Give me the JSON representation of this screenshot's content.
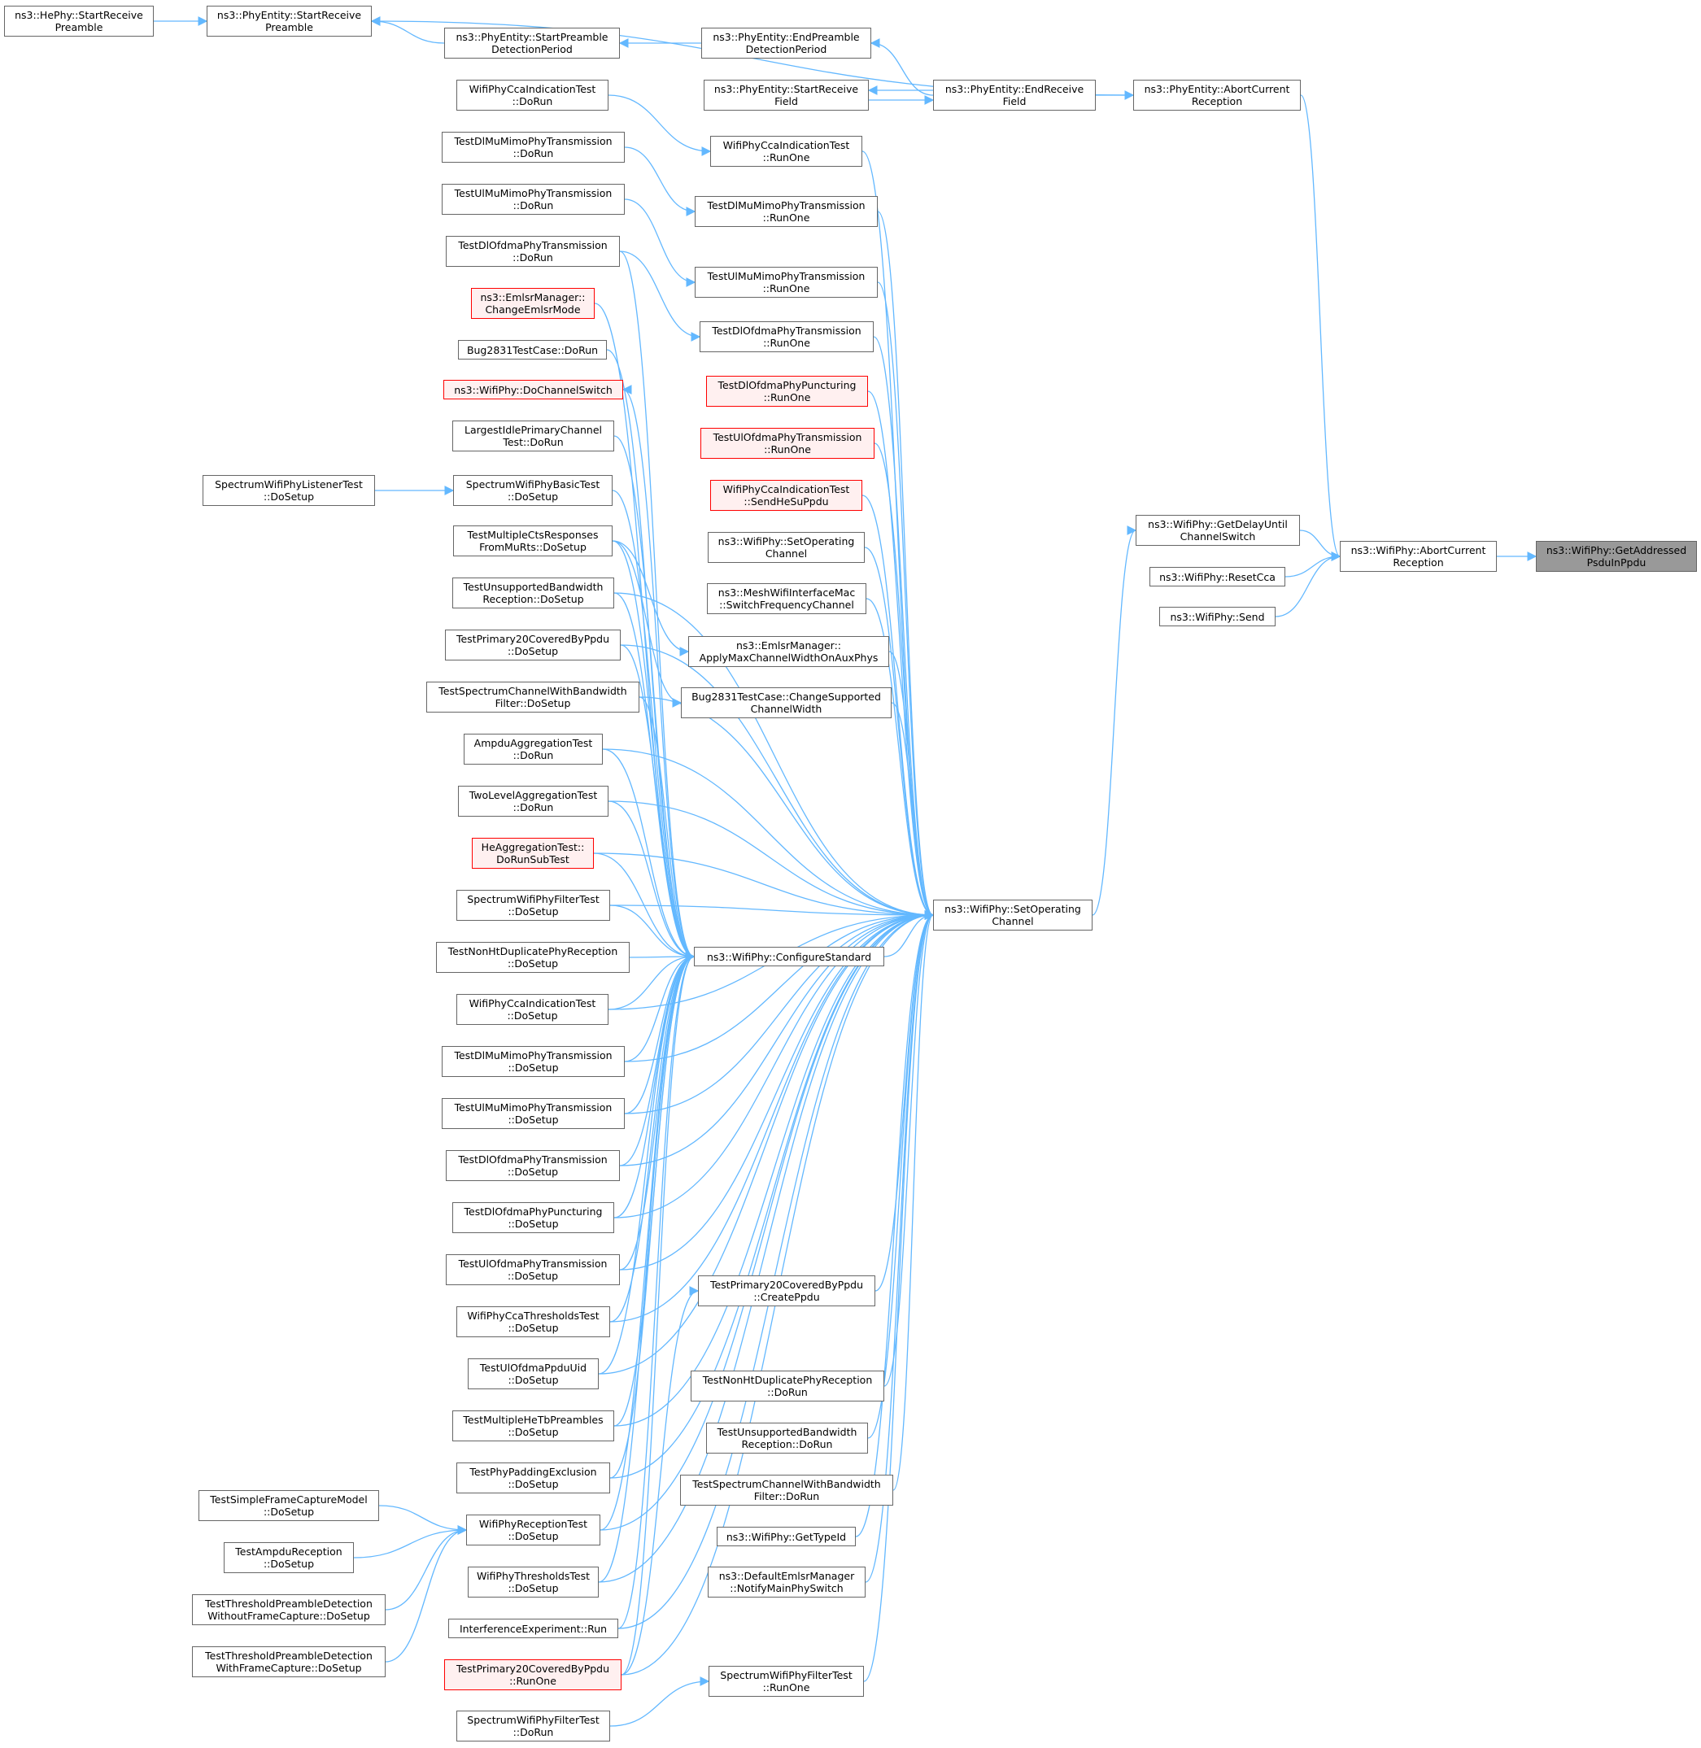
{
  "colors": {
    "edge": "#63b8ff",
    "border": "#666666",
    "red_border": "#ff0000",
    "red_fill": "#fff0f0",
    "focus_fill": "#999999"
  },
  "nodes": {
    "hephy_startreceivepreamble": {
      "l1": "ns3::HePhy::StartReceive",
      "l2": "Preamble"
    },
    "phyentity_startreceivepreamble": {
      "l1": "ns3::PhyEntity::StartReceive",
      "l2": "Preamble"
    },
    "phyentity_startpreambledetectionperiod": {
      "l1": "ns3::PhyEntity::StartPreamble",
      "l2": "DetectionPeriod"
    },
    "phyentity_endpreambledetectionperiod": {
      "l1": "ns3::PhyEntity::EndPreamble",
      "l2": "DetectionPeriod"
    },
    "phyentity_startreceivefield": {
      "l1": "ns3::PhyEntity::StartReceive",
      "l2": "Field"
    },
    "phyentity_endreceivefield": {
      "l1": "ns3::PhyEntity::EndReceive",
      "l2": "Field"
    },
    "phyentity_abortcurrentreception": {
      "l1": "ns3::PhyEntity::AbortCurrent",
      "l2": "Reception"
    },
    "cca_test_dorun": {
      "l1": "WifiPhyCcaIndicationTest",
      "l2": "::DoRun"
    },
    "cca_test_runone": {
      "l1": "WifiPhyCcaIndicationTest",
      "l2": "::RunOne"
    },
    "dlmumimo_dorun": {
      "l1": "TestDlMuMimoPhyTransmission",
      "l2": "::DoRun"
    },
    "dlmumimo_runone": {
      "l1": "TestDlMuMimoPhyTransmission",
      "l2": "::RunOne"
    },
    "ulmumimo_dorun": {
      "l1": "TestUlMuMimoPhyTransmission",
      "l2": "::DoRun"
    },
    "ulmumimo_runone": {
      "l1": "TestUlMuMimoPhyTransmission",
      "l2": "::RunOne"
    },
    "dlofdma_dorun": {
      "l1": "TestDlOfdmaPhyTransmission",
      "l2": "::DoRun"
    },
    "dlofdma_runone": {
      "l1": "TestDlOfdmaPhyTransmission",
      "l2": "::RunOne"
    },
    "emlsr_changeemlsrmode": {
      "l1": "ns3::EmlsrManager::",
      "l2": "ChangeEmlsrMode"
    },
    "dlpunct_runone": {
      "l1": "TestDlOfdmaPhyPuncturing",
      "l2": "::RunOne"
    },
    "bug2831_dorun": {
      "l1": "Bug2831TestCase::DoRun",
      "l2": ""
    },
    "wifiphy_dochannelswitch": {
      "l1": "ns3::WifiPhy::DoChannelSwitch",
      "l2": ""
    },
    "ulofdma_runone": {
      "l1": "TestUlOfdmaPhyTransmission",
      "l2": "::RunOne"
    },
    "largestidle_dorun": {
      "l1": "LargestIdlePrimaryChannel",
      "l2": "Test::DoRun"
    },
    "spectrumlistener_dosetup": {
      "l1": "SpectrumWifiPhyListenerTest",
      "l2": "::DoSetup"
    },
    "spectrumbasic_dosetup": {
      "l1": "SpectrumWifiPhyBasicTest",
      "l2": "::DoSetup"
    },
    "cca_sendhesuppdu": {
      "l1": "WifiPhyCcaIndicationTest",
      "l2": "::SendHeSuPpdu"
    },
    "wifiphy_setoperatingchannel_small": {
      "l1": "ns3::WifiPhy::SetOperating",
      "l2": "Channel"
    },
    "multiplects_dosetup": {
      "l1": "TestMultipleCtsResponses",
      "l2": "FromMuRts::DoSetup"
    },
    "unsupportedbw_dosetup": {
      "l1": "TestUnsupportedBandwidth",
      "l2": "Reception::DoSetup"
    },
    "mesh_switchfrequencychannel": {
      "l1": "ns3::MeshWifiInterfaceMac",
      "l2": "::SwitchFrequencyChannel"
    },
    "primary20_dosetup": {
      "l1": "TestPrimary20CoveredByPpdu",
      "l2": "::DoSetup"
    },
    "emlsr_applymaxchannelwidth": {
      "l1": "ns3::EmlsrManager::",
      "l2": "ApplyMaxChannelWidthOnAuxPhys"
    },
    "spectrumchannelbw_dosetup": {
      "l1": "TestSpectrumChannelWithBandwidth",
      "l2": "Filter::DoSetup"
    },
    "bug2831_changesupported": {
      "l1": "Bug2831TestCase::ChangeSupported",
      "l2": "ChannelWidth"
    },
    "ampdu_dorun": {
      "l1": "AmpduAggregationTest",
      "l2": "::DoRun"
    },
    "twolevel_dorun": {
      "l1": "TwoLevelAggregationTest",
      "l2": "::DoRun"
    },
    "heaggregation_dorunsubtest": {
      "l1": "HeAggregationTest::",
      "l2": "DoRunSubTest"
    },
    "spectrumfilter_dosetup": {
      "l1": "SpectrumWifiPhyFilterTest",
      "l2": "::DoSetup"
    },
    "nonhtdup_dosetup": {
      "l1": "TestNonHtDuplicatePhyReception",
      "l2": "::DoSetup"
    },
    "cca_dosetup": {
      "l1": "WifiPhyCcaIndicationTest",
      "l2": "::DoSetup"
    },
    "dlmumimo_dosetup": {
      "l1": "TestDlMuMimoPhyTransmission",
      "l2": "::DoSetup"
    },
    "ulmumimo_dosetup": {
      "l1": "TestUlMuMimoPhyTransmission",
      "l2": "::DoSetup"
    },
    "dlofdma_dosetup": {
      "l1": "TestDlOfdmaPhyTransmission",
      "l2": "::DoSetup"
    },
    "dlpunct_dosetup": {
      "l1": "TestDlOfdmaPhyPuncturing",
      "l2": "::DoSetup"
    },
    "ulofdma_dosetup": {
      "l1": "TestUlOfdmaPhyTransmission",
      "l2": "::DoSetup"
    },
    "ccathresholds_dosetup": {
      "l1": "WifiPhyCcaThresholdsTest",
      "l2": "::DoSetup"
    },
    "ulofdmappduuid_dosetup": {
      "l1": "TestUlOfdmaPpduUid",
      "l2": "::DoSetup"
    },
    "multiplehetb_dosetup": {
      "l1": "TestMultipleHeTbPreambles",
      "l2": "::DoSetup"
    },
    "phypadding_dosetup": {
      "l1": "TestPhyPaddingExclusion",
      "l2": "::DoSetup"
    },
    "simpleframecapture_dosetup": {
      "l1": "TestSimpleFrameCaptureModel",
      "l2": "::DoSetup"
    },
    "ampdureception_dosetup": {
      "l1": "TestAmpduReception",
      "l2": "::DoSetup"
    },
    "thresholdwithout_dosetup": {
      "l1": "TestThresholdPreambleDetection",
      "l2": "WithoutFrameCapture::DoSetup"
    },
    "thresholdwith_dosetup": {
      "l1": "TestThresholdPreambleDetection",
      "l2": "WithFrameCapture::DoSetup"
    },
    "receptiontest_dosetup": {
      "l1": "WifiPhyReceptionTest",
      "l2": "::DoSetup"
    },
    "thresholdstest_dosetup": {
      "l1": "WifiPhyThresholdsTest",
      "l2": "::DoSetup"
    },
    "interference_run": {
      "l1": "InterferenceExperiment::Run",
      "l2": ""
    },
    "primary20_runone": {
      "l1": "TestPrimary20CoveredByPpdu",
      "l2": "::RunOne"
    },
    "spectrumfilter_dorun": {
      "l1": "SpectrumWifiPhyFilterTest",
      "l2": "::DoRun"
    },
    "spectrumfilter_runone": {
      "l1": "SpectrumWifiPhyFilterTest",
      "l2": "::RunOne"
    },
    "wifiphy_configurestandard": {
      "l1": "ns3::WifiPhy::ConfigureStandard",
      "l2": ""
    },
    "wifiphy_setoperatingchannel": {
      "l1": "ns3::WifiPhy::SetOperating",
      "l2": "Channel"
    },
    "primary20_createppdu": {
      "l1": "TestPrimary20CoveredByPpdu",
      "l2": "::CreatePpdu"
    },
    "nonhtdup_dorun": {
      "l1": "TestNonHtDuplicatePhyReception",
      "l2": "::DoRun"
    },
    "unsupportedbw_dorun": {
      "l1": "TestUnsupportedBandwidth",
      "l2": "Reception::DoRun"
    },
    "spectrumchannelbw_dorun": {
      "l1": "TestSpectrumChannelWithBandwidth",
      "l2": "Filter::DoRun"
    },
    "wifiphy_gettypeid": {
      "l1": "ns3::WifiPhy::GetTypeId",
      "l2": ""
    },
    "defaultemlsr_notifymainphyswitch": {
      "l1": "ns3::DefaultEmlsrManager",
      "l2": "::NotifyMainPhySwitch"
    },
    "wifiphy_getdelayuntilchannelswitch": {
      "l1": "ns3::WifiPhy::GetDelayUntil",
      "l2": "ChannelSwitch"
    },
    "wifiphy_resetcca": {
      "l1": "ns3::WifiPhy::ResetCca",
      "l2": ""
    },
    "wifiphy_send": {
      "l1": "ns3::WifiPhy::Send",
      "l2": ""
    },
    "wifiphy_abortcurrentreception": {
      "l1": "ns3::WifiPhy::AbortCurrent",
      "l2": "Reception"
    },
    "wifiphy_getaddressedpsduinppdu": {
      "l1": "ns3::WifiPhy::GetAddressed",
      "l2": "PsduInPpdu"
    }
  }
}
